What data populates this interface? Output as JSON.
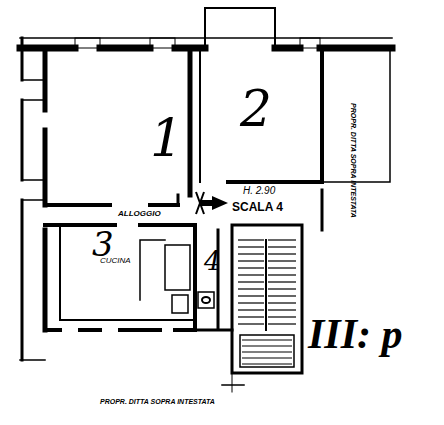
{
  "diagram": {
    "labels": [
      "1",
      "2",
      "H. 2.90",
      "ALLOGGIO",
      "SCALA 4",
      "3",
      "CUCINA",
      "4",
      "III: p",
      "PROPR. DITTA SOPRA INTESTATA",
      "PROPR. DITTA SOPRA INTESTATA"
    ]
  }
}
